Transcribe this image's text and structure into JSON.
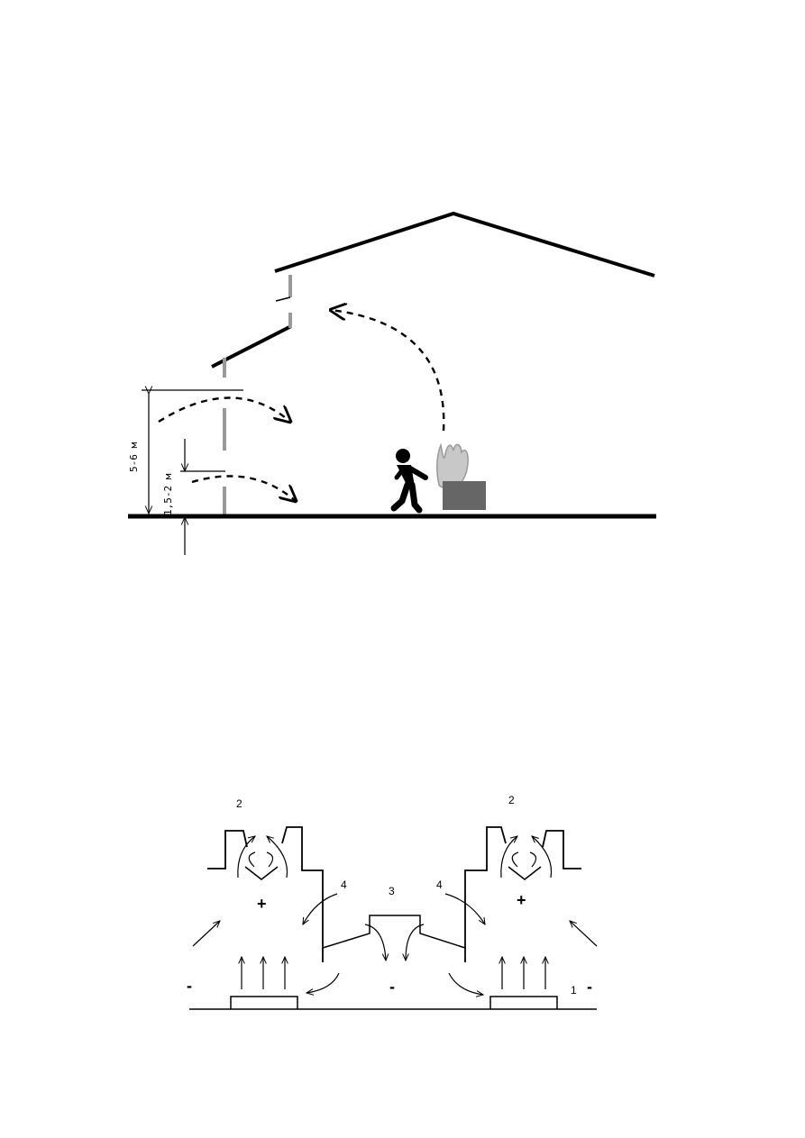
{
  "figure1": {
    "dim_large": "5-6 м",
    "dim_small": "1,5-2 м"
  },
  "figure2": {
    "label_left_2": "2",
    "label_right_2": "2",
    "label_3": "3",
    "label_left_4": "4",
    "label_right_4": "4",
    "label_1": "1",
    "sign_plus_left": "+",
    "sign_plus_right": "+",
    "sign_minus_left": "-",
    "sign_minus_center": "-",
    "sign_minus_right": "-"
  }
}
